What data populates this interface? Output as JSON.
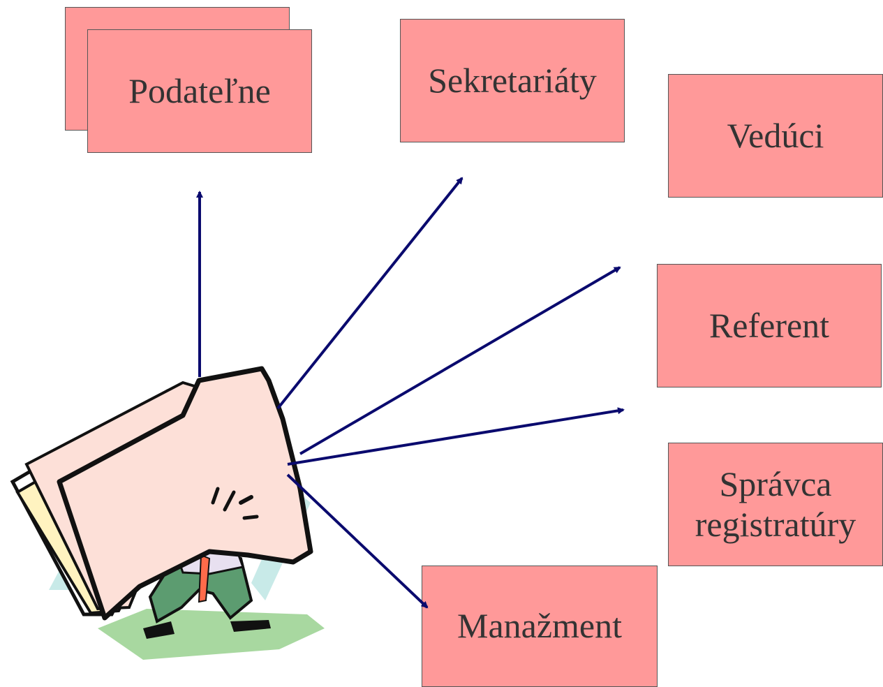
{
  "colors": {
    "box_fill": "#ff9999",
    "box_border": "#555555",
    "text": "#333333",
    "arrow": "#0a0a6e",
    "folder_front": "#fde0d8",
    "folder_outline": "#111111"
  },
  "illustration": {
    "icon": "person-carrying-folder-clipart"
  },
  "boxes": {
    "podatelne": "Podateľne",
    "sekretariaty": "Sekretariáty",
    "veduci": "Vedúci",
    "referent": "Referent",
    "spravca_line1": "Správca",
    "spravca_line2": "registratúry",
    "manazment": "Manažment"
  }
}
